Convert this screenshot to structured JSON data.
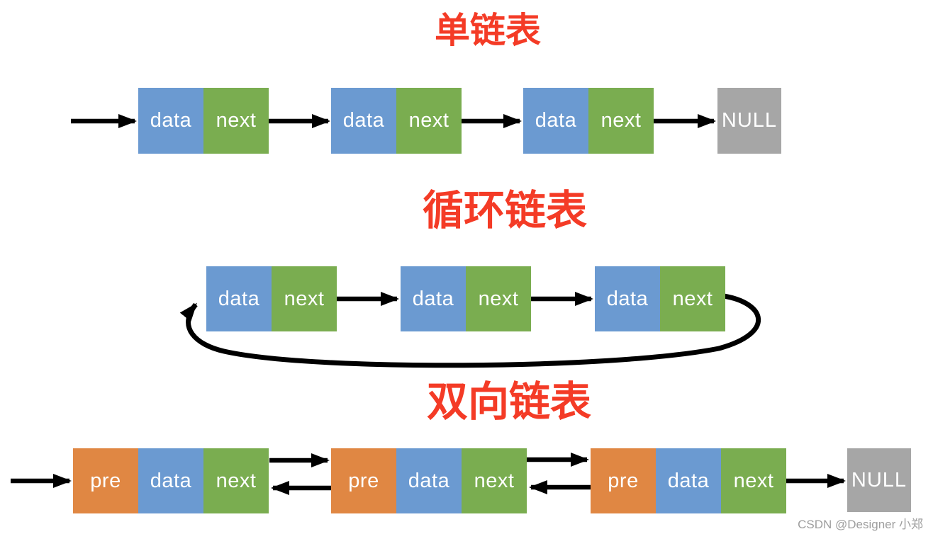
{
  "palette": {
    "title_red": "#f43b26",
    "node_blue": "#6b9ad1",
    "node_green": "#7aad50",
    "node_orange": "#e08743",
    "null_gray": "#a6a6a6",
    "arrow_black": "#000000",
    "watermark_gray": "#9e9e9e"
  },
  "sections": [
    {
      "title": "单链表",
      "nodes": [
        {
          "cells": [
            {
              "label": "data"
            },
            {
              "label": "next"
            }
          ]
        },
        {
          "cells": [
            {
              "label": "data"
            },
            {
              "label": "next"
            }
          ]
        },
        {
          "cells": [
            {
              "label": "data"
            },
            {
              "label": "next"
            }
          ]
        }
      ],
      "terminator": "NULL"
    },
    {
      "title": "循环链表",
      "nodes": [
        {
          "cells": [
            {
              "label": "data"
            },
            {
              "label": "next"
            }
          ]
        },
        {
          "cells": [
            {
              "label": "data"
            },
            {
              "label": "next"
            }
          ]
        },
        {
          "cells": [
            {
              "label": "data"
            },
            {
              "label": "next"
            }
          ]
        }
      ]
    },
    {
      "title": "双向链表",
      "nodes": [
        {
          "cells": [
            {
              "label": "pre"
            },
            {
              "label": "data"
            },
            {
              "label": "next"
            }
          ]
        },
        {
          "cells": [
            {
              "label": "pre"
            },
            {
              "label": "data"
            },
            {
              "label": "next"
            }
          ]
        },
        {
          "cells": [
            {
              "label": "pre"
            },
            {
              "label": "data"
            },
            {
              "label": "next"
            }
          ]
        }
      ],
      "terminator": "NULL"
    }
  ],
  "watermark": {
    "text": "CSDN @Designer 小郑"
  }
}
